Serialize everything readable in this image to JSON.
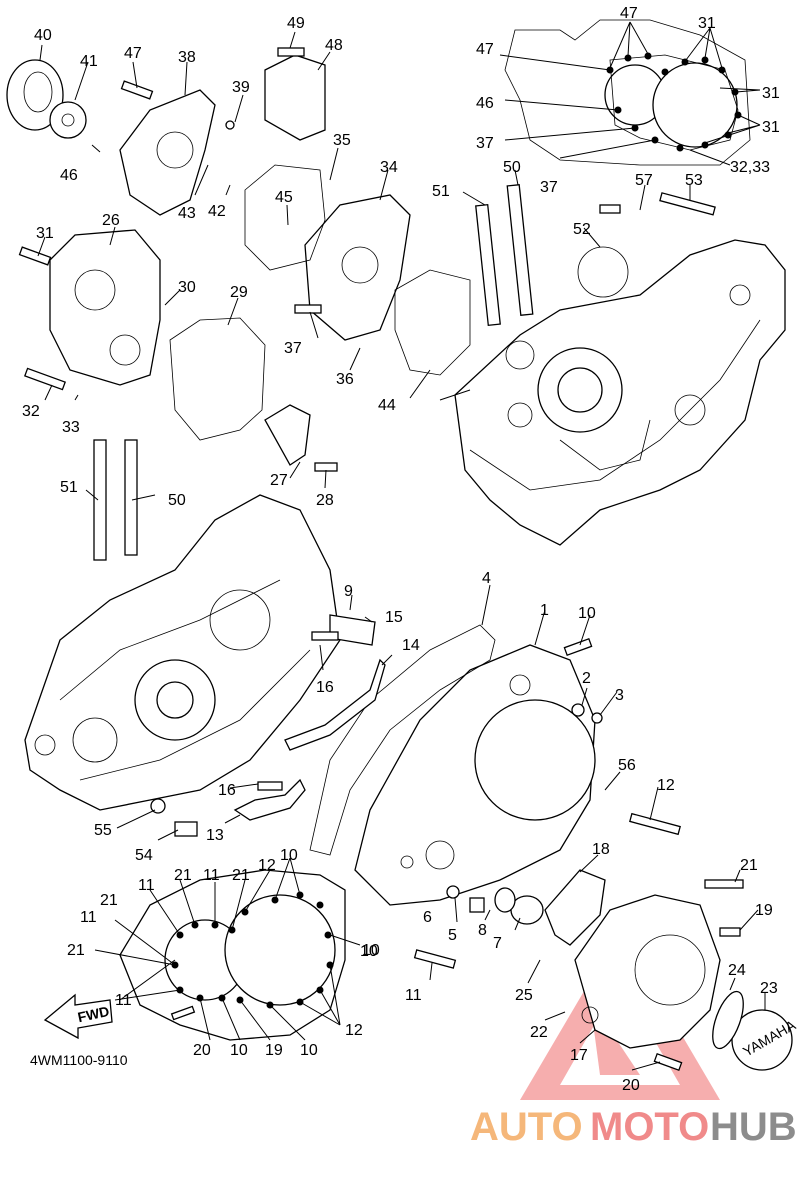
{
  "diagram_code": "4WM1100-9110",
  "fwd_arrow_text": "FWD",
  "cap_brand": "YAMAHA",
  "watermark": {
    "text_a": "AUTO",
    "text_b": "MOTO",
    "text_c": "HUB",
    "color_a": "#f5b77a",
    "color_b": "#f08a8a",
    "color_c": "#8c8c8c"
  },
  "callouts": [
    "1",
    "2",
    "3",
    "4",
    "5",
    "6",
    "7",
    "8",
    "9",
    "10",
    "11",
    "12",
    "13",
    "14",
    "15",
    "16",
    "17",
    "18",
    "19",
    "20",
    "21",
    "22",
    "23",
    "24",
    "25",
    "26",
    "27",
    "28",
    "29",
    "30",
    "31",
    "32",
    "33",
    "34",
    "35",
    "36",
    "37",
    "38",
    "39",
    "40",
    "41",
    "42",
    "43",
    "44",
    "45",
    "46",
    "47",
    "48",
    "49",
    "50",
    "51",
    "52",
    "53",
    "54",
    "55",
    "56",
    "57",
    "32,33"
  ]
}
